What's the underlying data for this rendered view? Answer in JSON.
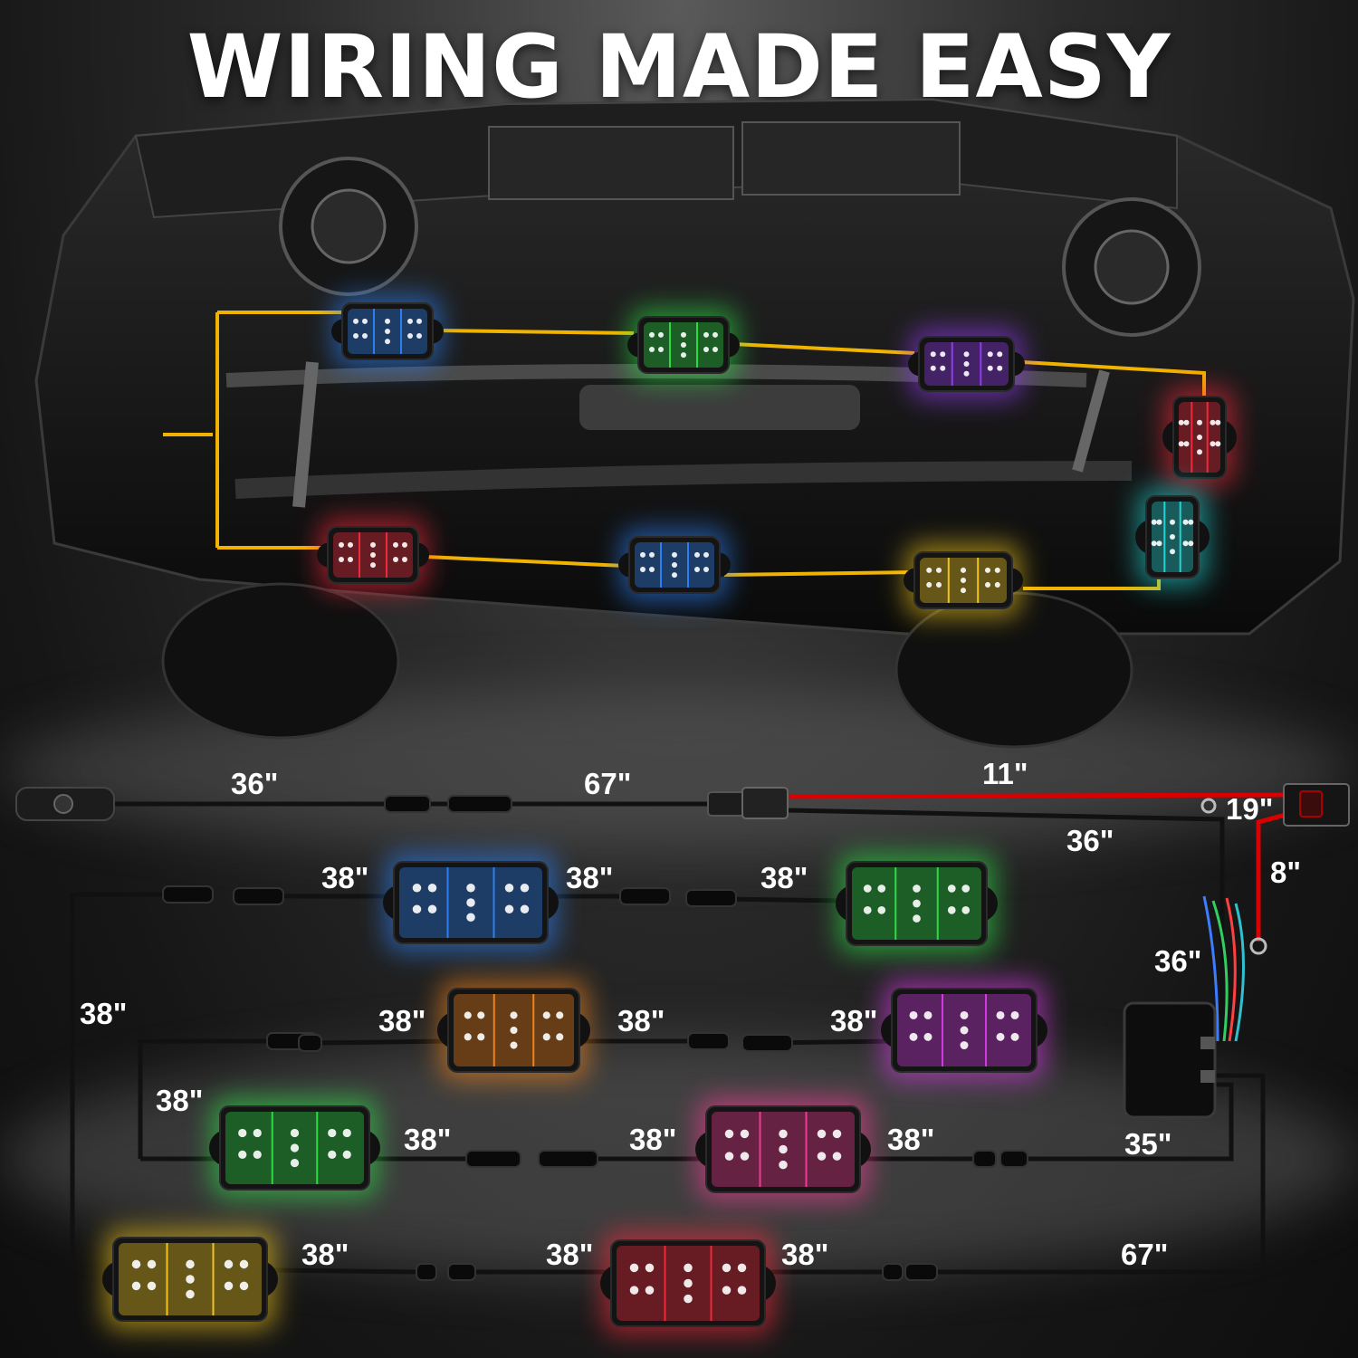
{
  "title": "WIRING MADE EASY",
  "colors": {
    "wire": "#f0b400",
    "blue": "#2f86ff",
    "green": "#2ee84a",
    "purple": "#9a3cff",
    "red": "#ff2a3c",
    "cyan": "#22e0e0",
    "yellow": "#ffd21c",
    "orange": "#ff8a1c",
    "magenta": "#e03cf0",
    "pink": "#ff3c9a"
  },
  "vehicle_lights": [
    "blue",
    "green",
    "purple",
    "red",
    "cyan",
    "red",
    "blue",
    "yellow"
  ],
  "diagram_lights": [
    "blue",
    "green",
    "orange",
    "magenta",
    "green",
    "pink",
    "yellow",
    "red"
  ],
  "cable_labels": {
    "switch_cable": "36\"",
    "extension_top": "67\"",
    "red_wire": "11\"",
    "ground_wire": "19\"",
    "controller_feed": "36\"",
    "fuse_wire": "8\"",
    "controller_leads": "36\"",
    "row1_left_in": "38\"",
    "row1_between": "38\"",
    "row1_right_in": "38\"",
    "left_loop": "38\"",
    "row2_left": "38\"",
    "row2_mid": "38\"",
    "row2_right": "38\"",
    "row3_left_loop": "38\"",
    "row3_between": "38\"",
    "row3_mid": "38\"",
    "row3_right": "38\"",
    "controller_out": "35\"",
    "row4_left": "38\"",
    "row4_mid": "38\"",
    "row4_right": "38\"",
    "extension_bottom": "67\""
  }
}
